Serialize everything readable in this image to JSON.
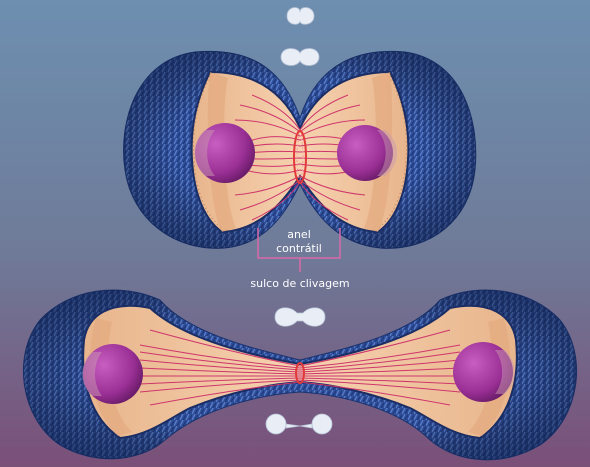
{
  "labels": {
    "contractile_ring": [
      "anel",
      "contrátil"
    ],
    "cleavage_furrow": "sulco de clivagem"
  },
  "colors": {
    "background_top": "#6f88a8",
    "background_bottom": "#7a5177",
    "cell_coat": "#2f4f9a",
    "cytoplasm": "#f2c6a0",
    "nucleus": "#a0399b",
    "spindle_fiber": "#d0386f",
    "ring": "#e23a3a",
    "callout_line": "#d86aa8",
    "icon": "#e9eef6"
  },
  "icons": [
    "dividing-cell-icon-1",
    "dividing-cell-icon-2",
    "dividing-cell-icon-3",
    "dividing-cell-icon-4"
  ]
}
